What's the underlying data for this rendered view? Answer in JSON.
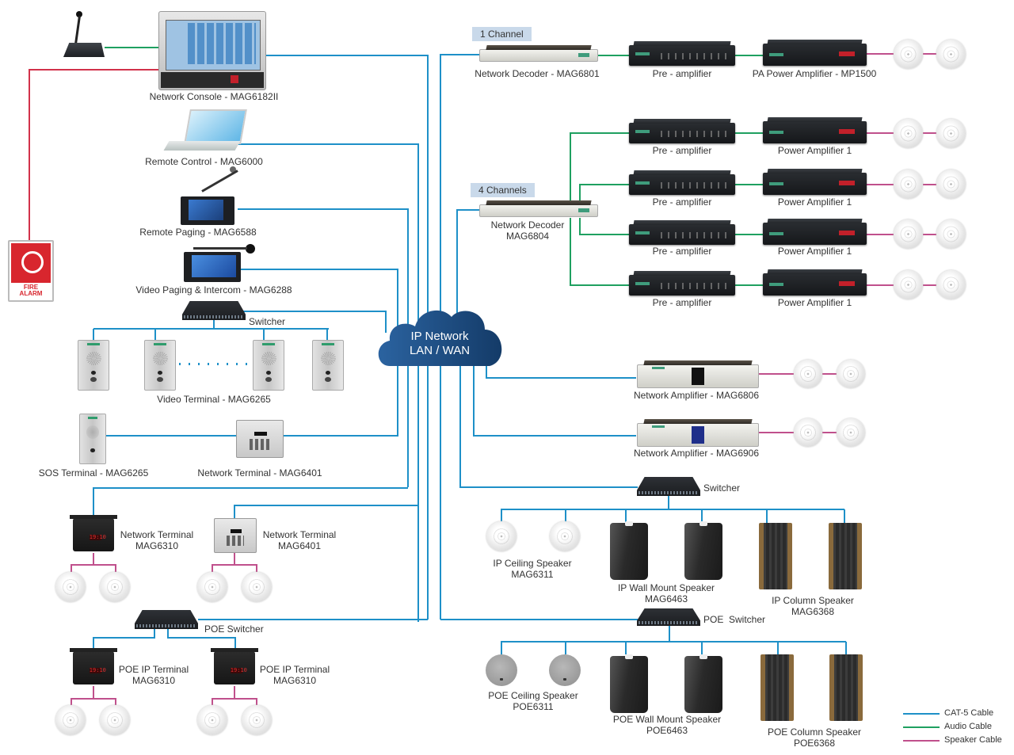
{
  "diagram": {
    "title": "IP Network Public Address System Topology",
    "colors": {
      "cat5": "#1e90c8",
      "audio": "#1fa060",
      "speaker": "#c0508c",
      "alarm": "#d2324a",
      "cloud": "#1c4a7a",
      "tag_bg": "#c9d9ea"
    },
    "cloud": {
      "line1": "IP Network",
      "line2": "LAN / WAN"
    },
    "left": {
      "network_console": "Network Console - MAG6182II",
      "remote_control": "Remote Control - MAG6000",
      "remote_paging": "Remote Paging - MAG6588",
      "video_paging": "Video Paging & Intercom - MAG6288",
      "fire_alarm": {
        "line1": "FIRE",
        "line2": "ALARM"
      },
      "switcher": "Switcher",
      "video_terminal": "Video Terminal - MAG6265",
      "sos_terminal": "SOS Terminal - MAG6265",
      "network_terminal_6401": "Network Terminal - MAG6401",
      "nt_6310": {
        "line1": "Network Terminal",
        "line2": "MAG6310"
      },
      "nt_6401": {
        "line1": "Network Terminal",
        "line2": "MAG6401"
      },
      "poe_switcher": "POE Switcher",
      "poe_terminal_a": {
        "line1": "POE IP Terminal",
        "line2": "MAG6310"
      },
      "poe_terminal_b": {
        "line1": "POE IP Terminal",
        "line2": "MAG6310"
      }
    },
    "right": {
      "tag_1ch": "1 Channel",
      "tag_4ch": "4 Channels",
      "decoder_6801": "Network Decoder - MAG6801",
      "decoder_6804": {
        "line1": "Network Decoder",
        "line2": "MAG6804"
      },
      "pre_amp": "Pre - amplifier",
      "pa_power_amp": "PA Power Amplifier - MP1500",
      "power_amp": "Power Amplifier 1",
      "channels": [
        {
          "pre": "Pre - amplifier",
          "amp": "Power Amplifier 1"
        },
        {
          "pre": "Pre - amplifier",
          "amp": "Power Amplifier 1"
        },
        {
          "pre": "Pre - amplifier",
          "amp": "Power Amplifier 1"
        },
        {
          "pre": "Pre - amplifier",
          "amp": "Power Amplifier 1"
        }
      ],
      "net_amp_6806": "Network Amplifier - MAG6806",
      "net_amp_6906": "Network Amplifier - MAG6906",
      "switcher": "Switcher",
      "ip_ceiling": {
        "line1": "IP Ceiling Speaker",
        "line2": "MAG6311"
      },
      "ip_wall": {
        "line1": "IP Wall Mount Speaker",
        "line2": "MAG6463"
      },
      "ip_column": {
        "line1": "IP Column Speaker",
        "line2": "MAG6368"
      },
      "poe_switcher": "POE  Switcher",
      "poe_ceiling": {
        "line1": "POE Ceiling Speaker",
        "line2": "POE6311"
      },
      "poe_wall": {
        "line1": "POE Wall Mount Speaker",
        "line2": "POE6463"
      },
      "poe_column": {
        "line1": "POE Column Speaker",
        "line2": "POE6368"
      }
    },
    "legend": [
      {
        "label": "CAT-5 Cable",
        "color": "#1e90c8"
      },
      {
        "label": "Audio Cable",
        "color": "#1fa060"
      },
      {
        "label": "Speaker Cable",
        "color": "#c0508c"
      }
    ]
  }
}
